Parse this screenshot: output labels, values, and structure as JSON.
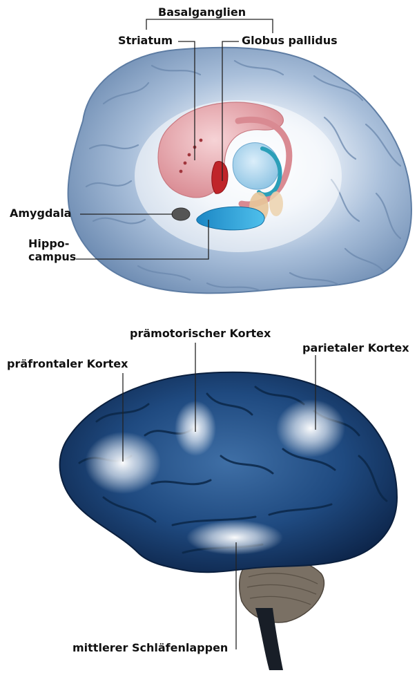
{
  "upper_figure": {
    "labels": {
      "basalganglien": "Basalganglien",
      "striatum": "Striatum",
      "globus_pallidus": "Globus pallidus",
      "amygdala": "Amygdala",
      "hippocampus_line1": "Hippo-",
      "hippocampus_line2": "campus"
    }
  },
  "lower_figure": {
    "labels": {
      "praemotorischer_kortex": "prämotorischer Kortex",
      "praefrontaler_kortex": "präfrontaler Kortex",
      "parietaler_kortex": "parietaler Kortex",
      "mittlerer_schlaefenlappen": "mittlerer Schläfenlappen"
    }
  },
  "colors": {
    "label_text": "#111111",
    "leader_line": "#222222",
    "upper_brain_base": "#8fa8c8",
    "striatum": "#e8a7ad",
    "globus_pallidus": "#c0252a",
    "thalamus": "#a9d4ec",
    "hippocampus": "#2aa0d6",
    "amygdala": "#555555",
    "lower_brain_base": "#173a6a",
    "activation_glow": "#ffffff"
  }
}
